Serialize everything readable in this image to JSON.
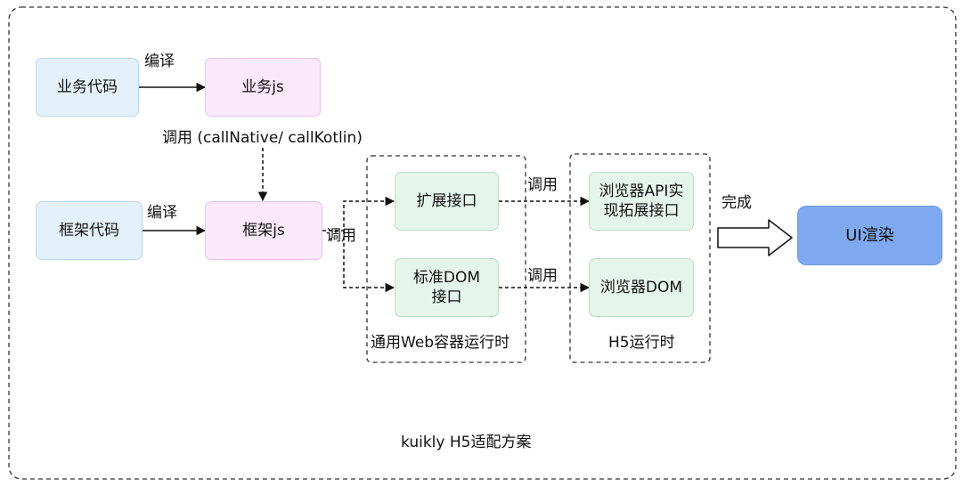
{
  "diagram": {
    "outer_label": "kuikly H5适配方案",
    "nodes": {
      "business_code": "业务代码",
      "business_js": "业务js",
      "framework_code": "框架代码",
      "framework_js": "框架js",
      "extension_api": "扩展接口",
      "standard_dom_api": "标准DOM\n接口",
      "browser_api_ext": "浏览器API实\n现拓展接口",
      "browser_dom": "浏览器DOM",
      "ui_render": "UI渲染"
    },
    "groups": {
      "web_container": "通用Web容器运行时",
      "h5_runtime": "H5运行时"
    },
    "edges": {
      "compile_1": "编译",
      "compile_2": "编译",
      "invoke_native": "调用 (callNative/ callKotlin)",
      "invoke_framework": "调用",
      "invoke_ext": "调用",
      "invoke_dom": "调用",
      "complete": "完成"
    },
    "colors": {
      "business_fill": "#e4f1fb",
      "js_fill": "#fbe8fb",
      "api_fill": "#e6f5ec",
      "render_fill": "#7ea8f0"
    }
  }
}
